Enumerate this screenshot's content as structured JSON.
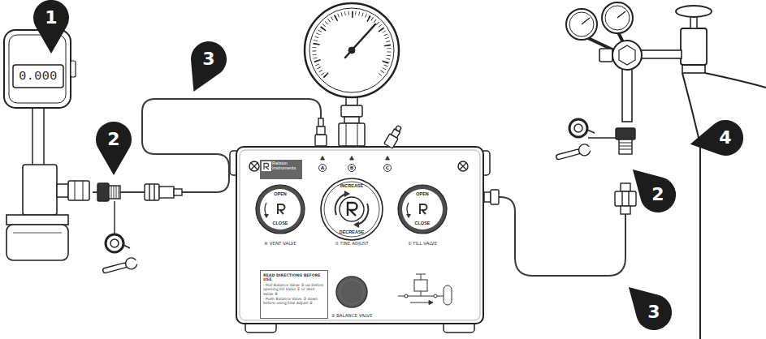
{
  "diagram": {
    "nodes": [
      {
        "text": [
          "0.000"
        ]
      },
      {
        "text": [
          "Ralston Instruments"
        ]
      },
      {
        "text": [
          "OPEN",
          "CLOSE",
          "④ VENT VALVE"
        ],
        "in": 1
      },
      {
        "text": [
          "INCREASE",
          "DECREASE",
          "② FINE ADJUST"
        ],
        "in": 1
      },
      {
        "text": [
          "OPEN",
          "CLOSE",
          "① FILL VALVE"
        ],
        "in": 1
      },
      {
        "text": [
          "READ DIRECTIONS BEFORE USE",
          "- Pull Balance Valve ③ up before opening Fill Valve ① or Vent Valve ④",
          "- Push Balance Valve ③ down before using Fine Adjust ②"
        ],
        "in": 1
      },
      {
        "text": [
          "③ BALANCE VALVE"
        ],
        "in": 1
      }
    ],
    "edges": [
      {
        "from": 0,
        "to": 1,
        "arrow": "none"
      }
    ],
    "labels": [
      "1",
      "3",
      "2",
      "A",
      "B",
      "C",
      "4",
      "2",
      "3"
    ]
  }
}
